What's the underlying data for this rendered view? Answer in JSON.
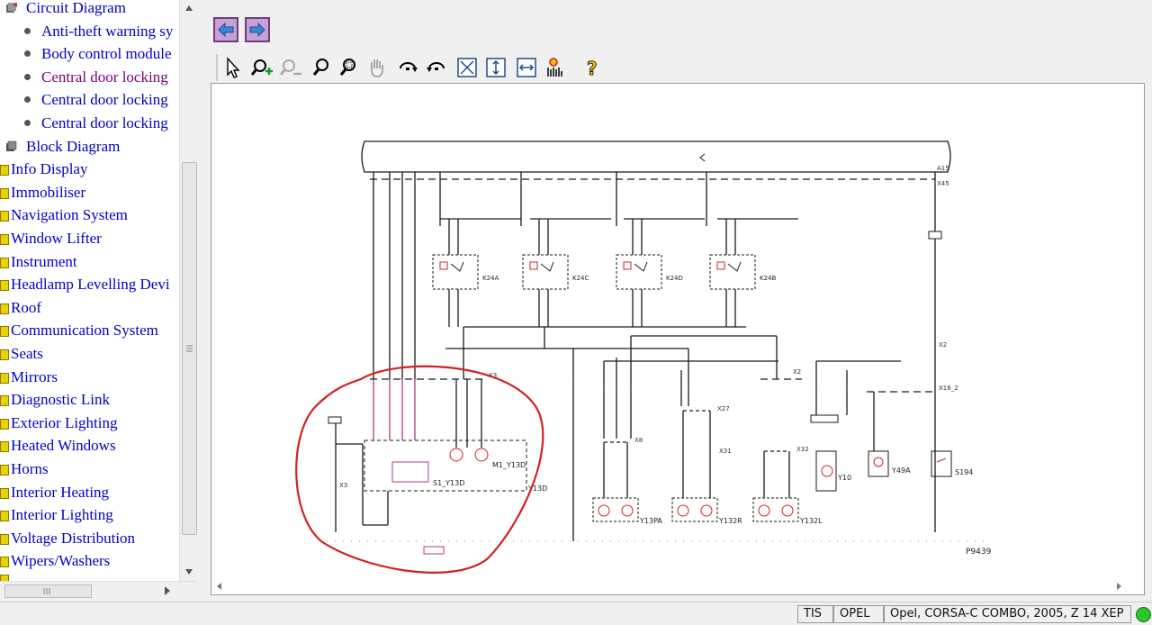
{
  "tree": {
    "items": [
      {
        "label": "Circuit Diagram",
        "kind": "circuit",
        "visited": false
      },
      {
        "label": "Anti-theft warning sy",
        "kind": "bullet",
        "visited": false
      },
      {
        "label": "Body control module",
        "kind": "bullet",
        "visited": false
      },
      {
        "label": "Central door locking",
        "kind": "bullet",
        "visited": true
      },
      {
        "label": "Central door locking",
        "kind": "bullet",
        "visited": false
      },
      {
        "label": "Central door locking",
        "kind": "bullet",
        "visited": false
      },
      {
        "label": "Block Diagram",
        "kind": "block",
        "visited": false
      },
      {
        "label": "Info Display",
        "kind": "folder",
        "visited": false
      },
      {
        "label": "Immobiliser",
        "kind": "folder",
        "visited": false
      },
      {
        "label": "Navigation System",
        "kind": "folder",
        "visited": false
      },
      {
        "label": "Window Lifter",
        "kind": "folder",
        "visited": false
      },
      {
        "label": "Instrument",
        "kind": "folder",
        "visited": false
      },
      {
        "label": "Headlamp Levelling Devi",
        "kind": "folder",
        "visited": false
      },
      {
        "label": "Roof",
        "kind": "folder",
        "visited": false
      },
      {
        "label": "Communication System",
        "kind": "folder",
        "visited": false
      },
      {
        "label": "Seats",
        "kind": "folder",
        "visited": false
      },
      {
        "label": "Mirrors",
        "kind": "folder",
        "visited": false
      },
      {
        "label": "Diagnostic Link",
        "kind": "folder",
        "visited": false
      },
      {
        "label": "Exterior Lighting",
        "kind": "folder",
        "visited": false
      },
      {
        "label": "Heated Windows",
        "kind": "folder",
        "visited": false
      },
      {
        "label": "Horns",
        "kind": "folder",
        "visited": false
      },
      {
        "label": "Interior Heating",
        "kind": "folder",
        "visited": false
      },
      {
        "label": "Interior Lighting",
        "kind": "folder",
        "visited": false
      },
      {
        "label": "Voltage Distribution",
        "kind": "folder",
        "visited": false
      },
      {
        "label": "Wipers/Washers",
        "kind": "folder",
        "visited": false
      }
    ]
  },
  "nav": {
    "back_icon": "arrow-left-icon",
    "forward_icon": "arrow-right-icon"
  },
  "toolbar": {
    "tools": [
      "select-arrow-icon",
      "zoom-in-icon",
      "zoom-out-icon",
      "zoom-icon",
      "zoom-area-icon",
      "pan-hand-icon",
      "rotate-left-icon",
      "rotate-right-icon",
      "fit-window-icon",
      "fit-height-icon",
      "fit-width-icon",
      "highlight-icon",
      "help-icon"
    ]
  },
  "diagram": {
    "labels": {
      "a15": "A15",
      "x45": "X45",
      "k24a": "K24A",
      "k24c": "K24C",
      "k24d": "K24D",
      "k24b": "K24B",
      "x2a": "X2",
      "x2b": "X2",
      "x16_2": "X16_2",
      "x3": "X3",
      "x27": "X27",
      "x31": "X31",
      "x32": "X32",
      "x8": "X8",
      "s1_y13d": "S1_Y13D",
      "m1_y13d": "M1_Y13D",
      "y13d": "Y13D",
      "y13pa": "Y13PA",
      "y132r": "Y132R",
      "y132l": "Y132L",
      "y10": "Y10",
      "y49a": "Y49A",
      "s194": "S194",
      "page_ref": "P9439"
    },
    "annotation_color": "#d42020",
    "wire_color": "#1a1a1a",
    "component_color": "#b03a8c"
  },
  "status": {
    "app": "TIS",
    "brand": "OPEL",
    "vehicle": "Opel, CORSA-C COMBO, 2005, Z 14 XEP"
  }
}
